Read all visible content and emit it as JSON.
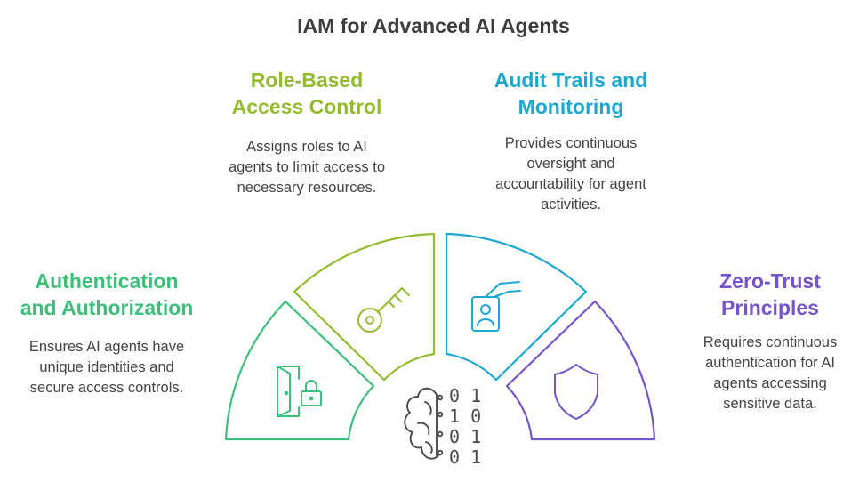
{
  "title": "IAM for Advanced AI Agents",
  "colors": {
    "auth": "#3dbf7a",
    "rbac": "#92bb2e",
    "audit": "#1ba7cf",
    "zerotrust": "#7554c8",
    "center": "#4a4a4a",
    "text": "#444444"
  },
  "sections": {
    "auth": {
      "heading": "Authentication\nand Authorization",
      "description": "Ensures AI agents have\nunique identities and\nsecure access controls.",
      "icon": "door-lock-icon"
    },
    "rbac": {
      "heading": "Role-Based\nAccess Control",
      "description": "Assigns roles to AI\nagents to limit access to\nnecessary resources.",
      "icon": "key-icon"
    },
    "audit": {
      "heading": "Audit Trails and\nMonitoring",
      "description": "Provides continuous\noversight and\naccountability for agent\nactivities.",
      "icon": "id-badge-hand-icon"
    },
    "zerotrust": {
      "heading": "Zero-Trust\nPrinciples",
      "description": "Requires continuous\nauthentication for AI\nagents accessing\nsensitive data.",
      "icon": "shield-icon"
    }
  },
  "center": {
    "icon": "brain-binary-icon",
    "binary_rows": [
      "0 1",
      "1 0",
      "0 1",
      "0 1"
    ]
  }
}
